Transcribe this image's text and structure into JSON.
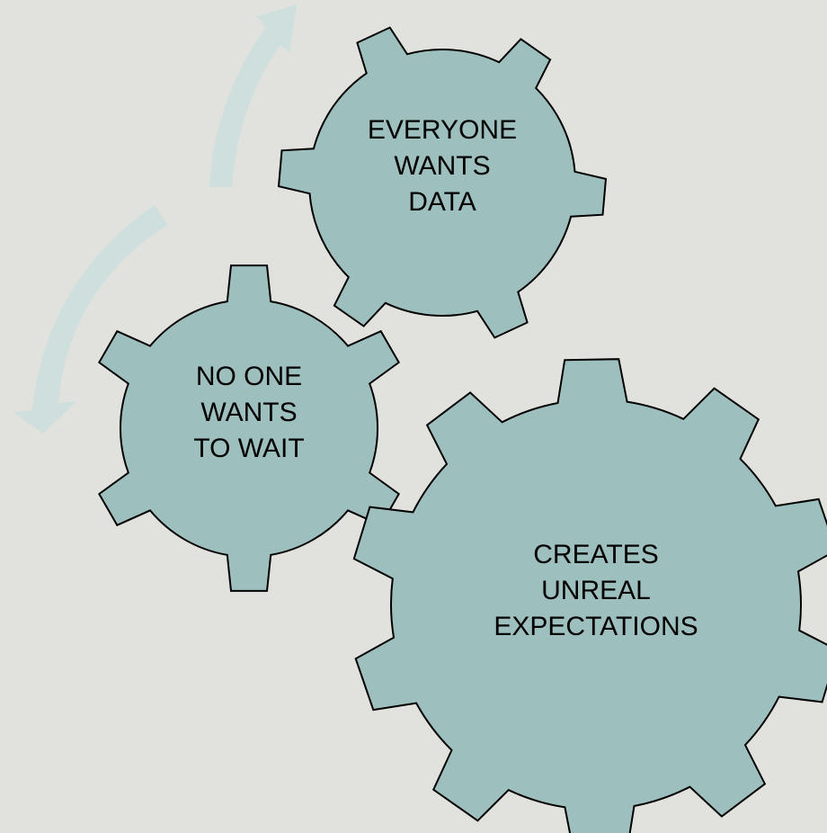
{
  "colors": {
    "background": "#e1e2dd",
    "gear_fill": "#9dbfbd",
    "gear_stroke": "#000000",
    "arrow": "#cfdfdd"
  },
  "gears": [
    {
      "id": "everyone-wants-data",
      "lines": [
        "EVERYONE",
        "WANTS",
        "DATA"
      ]
    },
    {
      "id": "no-one-wants-to-wait",
      "lines": [
        "NO ONE",
        "WANTS",
        "TO WAIT"
      ]
    },
    {
      "id": "creates-unreal-expectations",
      "lines": [
        "CREATES",
        "UNREAL",
        "EXPECTATIONS"
      ]
    }
  ],
  "arrows": [
    {
      "id": "arrow-upper",
      "direction": "up-right"
    },
    {
      "id": "arrow-lower",
      "direction": "down-left"
    }
  ]
}
